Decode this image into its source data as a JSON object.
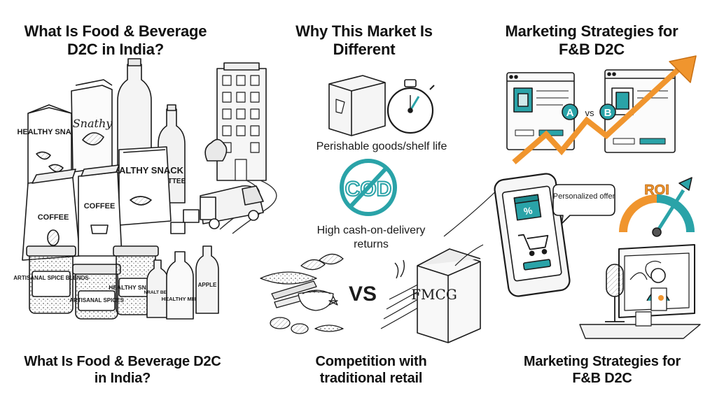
{
  "sections": {
    "left": {
      "title": "What Is Food & Beverage D2C in India?",
      "bottom_title": "What Is Food & Beverage D2C in India?",
      "package_labels": {
        "healthy_snack_carton": "HEALTHY SNACK",
        "snathy_bag": "Snathy",
        "healthy_snack_pouch": "HEALTHY SNACK",
        "bottee": "BOTTEE",
        "coffee_bag_1": "COFFEE",
        "coffee_bag_2": "COFFEE",
        "artisanal_spice_blends": "ARTISANAL SPICE BLENDS",
        "artisanal_spices": "ARTISANAL SPICES",
        "healthy_snacks_jar": "HEALTHY SNACKS",
        "nralty_beve": "NRALT BEVE",
        "healthy_milk": "HEALTHY MIIK",
        "apple": "APPLE"
      }
    },
    "middle": {
      "title": "Why This Market Is Different",
      "perishable_caption": "Perishable goods/shelf life",
      "cod_badge": "COD",
      "cod_caption": "High cash-on-delivery returns",
      "vs_label": "VS",
      "fmcg_label": "FMCG",
      "bottom_title": "Competition with traditional retail"
    },
    "right": {
      "title": "Marketing Strategies for F&B D2C",
      "ab_a": "A",
      "ab_vs": "vs",
      "ab_b": "B",
      "personalized_offer": "Personalized offer",
      "percent_symbol": "%",
      "roi_label": "ROI",
      "bottom_title": "Marketing Strategies for F&B D2C"
    }
  },
  "colors": {
    "accent_teal": "#2aa3a8",
    "accent_orange": "#f0952e",
    "ink": "#1b1b1b"
  }
}
